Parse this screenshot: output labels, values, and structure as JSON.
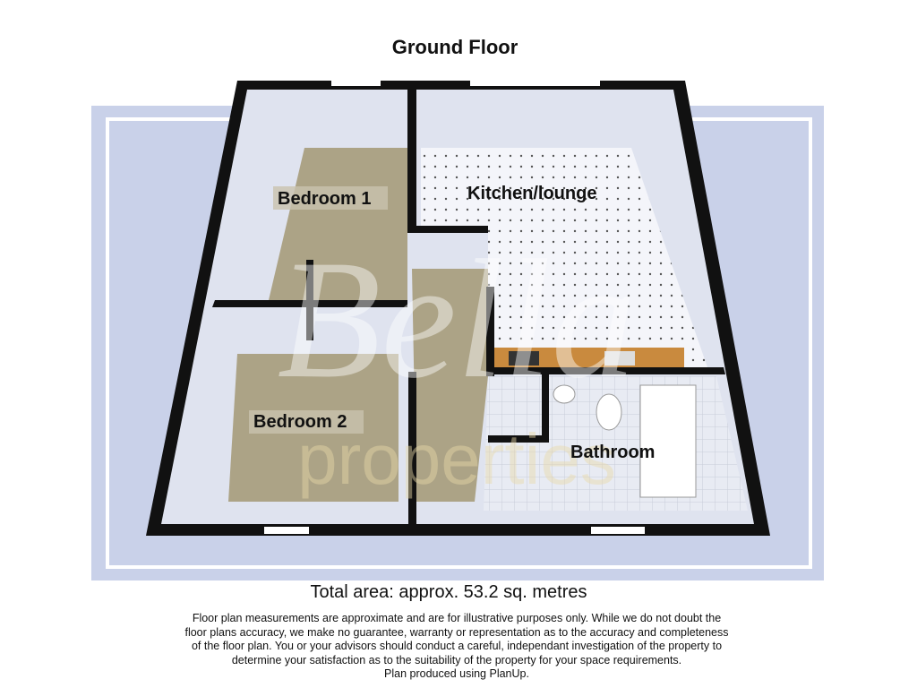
{
  "title": "Ground Floor",
  "rooms": {
    "bedroom1": "Bedroom 1",
    "kitchen": "Kitchen/lounge",
    "bedroom2": "Bedroom 2",
    "bathroom": "Bathroom"
  },
  "watermark": {
    "logo_text": "Bella",
    "sub_text": "properties"
  },
  "total_area": "Total area: approx. 53.2 sq. metres",
  "disclaimer": {
    "line1": "Floor plan measurements are approximate and are for illustrative purposes only. While we do not doubt the",
    "line2": "floor plans accuracy, we make no guarantee, warranty or representation as to the accuracy and completeness",
    "line3": "of the floor plan. You or your advisors should conduct a careful, independant investigation of the property to",
    "line4": "determine your satisfaction as to the suitability of the property for your space requirements.",
    "line5": "Plan produced using PlanUp."
  },
  "colors": {
    "band": "#c9d1e9",
    "wall": "#111111",
    "carpet": "#aca386",
    "tile": "#eef0f6",
    "worktop": "#c98a3e"
  }
}
